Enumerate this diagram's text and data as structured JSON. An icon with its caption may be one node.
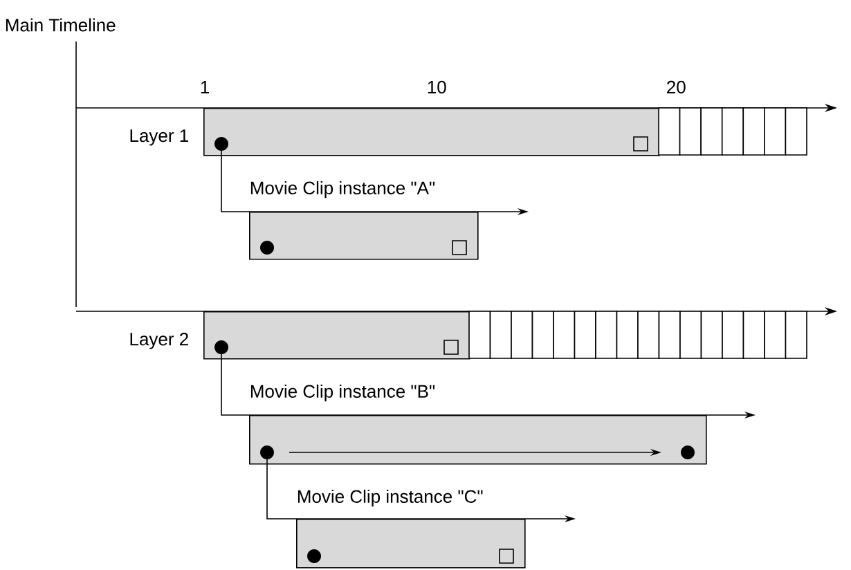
{
  "diagram": {
    "title": "Main Timeline",
    "nodes": [
      {
        "text": [
          "Layer 1"
        ]
      },
      {
        "text": [],
        "shape": "bar"
      },
      {
        "text": [
          "Layer 2"
        ]
      },
      {
        "text": [],
        "shape": "bar"
      },
      {
        "text": [],
        "shape": "bar"
      }
    ],
    "edges": [
      {
        "from": 0,
        "to": 1,
        "arrow": "to",
        "label": "Movie Clip instance \"A\""
      },
      {
        "from": 2,
        "to": 3,
        "arrow": "to",
        "label": "Movie Clip instance \"B\""
      },
      {
        "from": 3,
        "to": 4,
        "arrow": "to",
        "label": "Movie Clip instance \"C\""
      }
    ],
    "labels": [
      "1",
      "10",
      "20"
    ]
  }
}
